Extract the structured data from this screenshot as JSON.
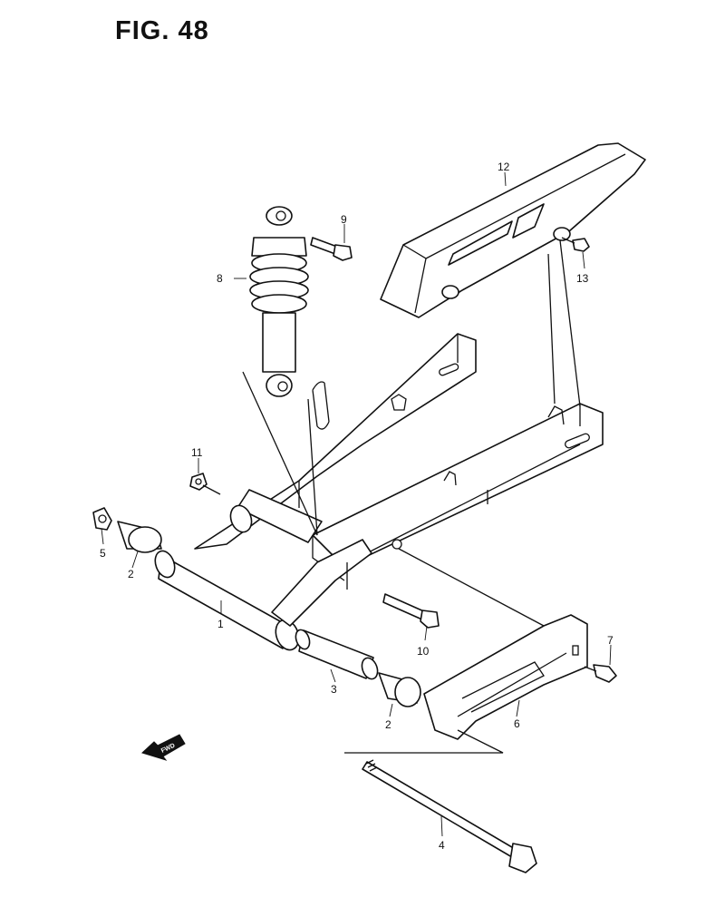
{
  "figure": {
    "title": "FIG. 48"
  },
  "fwd_badge": {
    "label": "FWD"
  },
  "parts": [
    {
      "id": "p1",
      "label": "1"
    },
    {
      "id": "p2a",
      "label": "2"
    },
    {
      "id": "p2b",
      "label": "2"
    },
    {
      "id": "p3",
      "label": "3"
    },
    {
      "id": "p4",
      "label": "4"
    },
    {
      "id": "p5",
      "label": "5"
    },
    {
      "id": "p6",
      "label": "6"
    },
    {
      "id": "p7",
      "label": "7"
    },
    {
      "id": "p8",
      "label": "8"
    },
    {
      "id": "p9",
      "label": "9"
    },
    {
      "id": "p10",
      "label": "10"
    },
    {
      "id": "p11",
      "label": "11"
    },
    {
      "id": "p12",
      "label": "12"
    },
    {
      "id": "p13",
      "label": "13"
    }
  ]
}
